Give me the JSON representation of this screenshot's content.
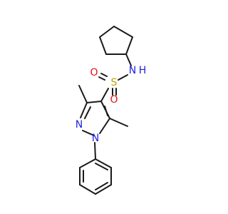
{
  "molecule": {
    "atoms": {
      "nh_n": {
        "label": "N",
        "color": "#1f1fe0"
      },
      "nh_h": {
        "label": "H",
        "color": "#1f1fe0"
      },
      "s": {
        "label": "S",
        "color": "#b8a000"
      },
      "o_left": {
        "label": "O",
        "color": "#e01010"
      },
      "o_right": {
        "label": "O",
        "color": "#e01010"
      },
      "n_ring": {
        "label": "N",
        "color": "#1f1fe0"
      },
      "n_phenyl": {
        "label": "N",
        "color": "#1f1fe0"
      }
    },
    "bond_color": "#1a1a1a"
  }
}
